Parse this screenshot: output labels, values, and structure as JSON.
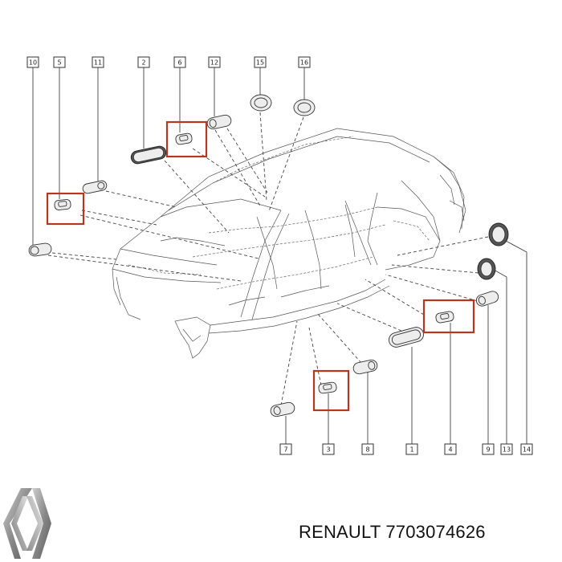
{
  "callouts": {
    "c10": "10",
    "c5": "5",
    "c11": "11",
    "c2": "2",
    "c6": "6",
    "c12": "12",
    "c15": "15",
    "c16": "16",
    "c7": "7",
    "c3": "3",
    "c8": "8",
    "c1": "1",
    "c4": "4",
    "c9": "9",
    "c13": "13",
    "c14": "14"
  },
  "highlighted_parts": [
    "5",
    "6",
    "3",
    "4"
  ],
  "colors": {
    "highlight": "#b5371f",
    "line": "#444444"
  },
  "footer": {
    "brand": "RENAULT",
    "part_number": "7703074626"
  },
  "logo": {
    "icon": "renault-diamond-logo"
  }
}
